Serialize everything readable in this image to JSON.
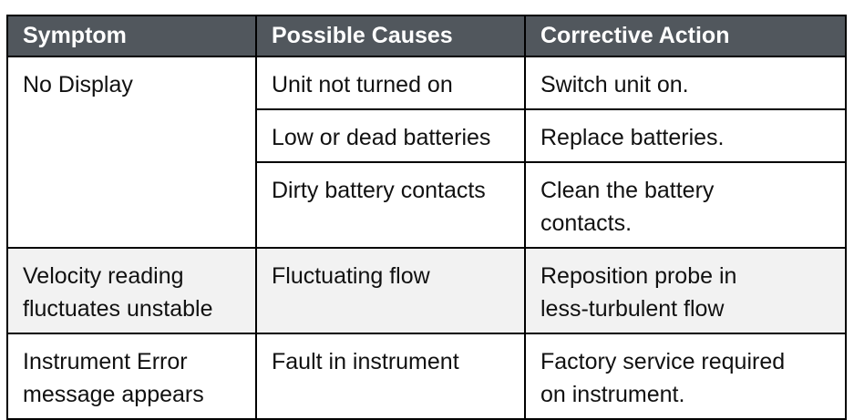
{
  "table": {
    "headers": [
      "Symptom",
      "Possible Causes",
      "Corrective Action"
    ],
    "rows": [
      {
        "symptom": "No Display",
        "causes": [
          {
            "cause": "Unit not turned on",
            "action": "Switch unit on."
          },
          {
            "cause": "Low or dead batteries",
            "action": "Replace batteries."
          },
          {
            "cause": "Dirty battery contacts",
            "action": "Clean the battery contacts."
          }
        ]
      },
      {
        "symptom": "Velocity reading fluctuates unstable",
        "causes": [
          {
            "cause": "Fluctuating flow",
            "action": "Reposition probe in less-turbulent flow"
          }
        ]
      },
      {
        "symptom": "Instrument Error message appears",
        "causes": [
          {
            "cause": "Fault in instrument",
            "action": "Factory service required on instrument."
          }
        ]
      }
    ],
    "colors": {
      "header_bg": "#51575d",
      "header_text": "#ffffff",
      "alt_row_bg": "#f2f2f2"
    }
  }
}
